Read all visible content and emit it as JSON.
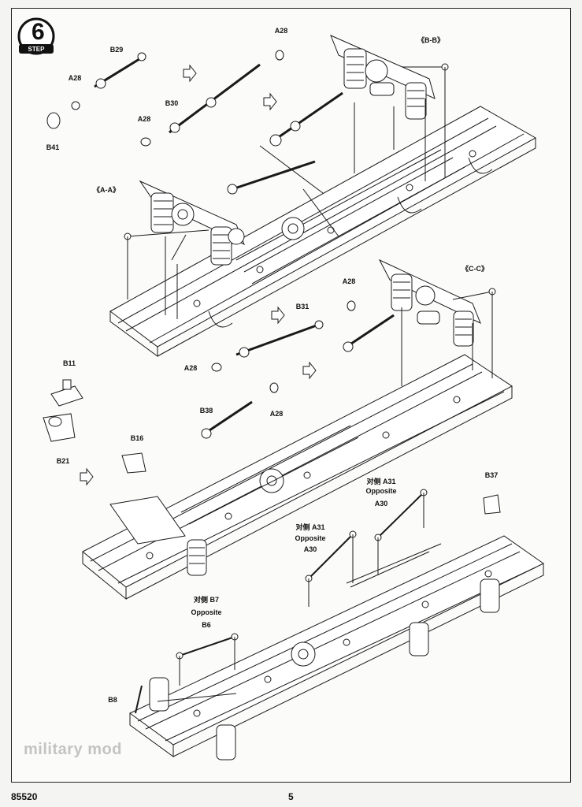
{
  "step": {
    "number": "6",
    "word": "STEP"
  },
  "views": {
    "bb": "《B-B》",
    "aa": "《A-A》",
    "cc": "《C-C》"
  },
  "parts": {
    "a28_1": "A28",
    "a28_2": "A28",
    "a28_3": "A28",
    "a28_4": "A28",
    "a28_5": "A28",
    "a28_6": "A28",
    "b29": "B29",
    "b30": "B30",
    "b41": "B41",
    "b31": "B31",
    "b38": "B38",
    "b11": "B11",
    "b21": "B21",
    "b16": "B16",
    "b37": "B37",
    "b8": "B8",
    "a31_top_cn": "对侧 A31",
    "a31_top_en": "Opposite",
    "a30_top": "A30",
    "a31_mid_cn": "对侧 A31",
    "a31_mid_en": "Opposite",
    "a30_mid": "A30",
    "b7_cn": "对侧 B7",
    "b7_en": "Opposite",
    "b6": "B6"
  },
  "footer": {
    "code": "85520",
    "page": "5"
  },
  "watermark": "military mod",
  "colors": {
    "ink": "#1a1a1a",
    "paper": "#fbfbfa",
    "gray": "#9a9a9a"
  }
}
